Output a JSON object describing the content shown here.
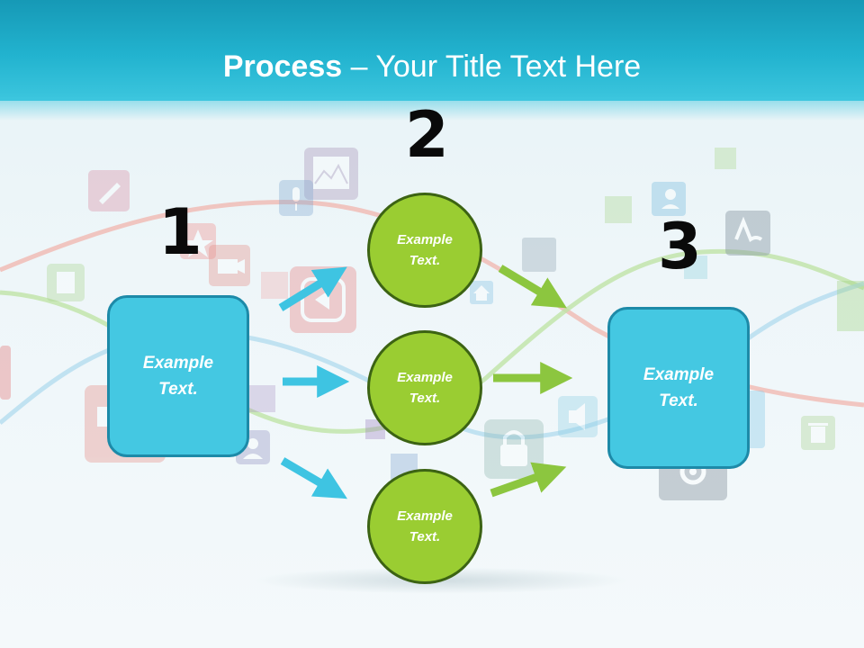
{
  "slide": {
    "title_bold": "Process",
    "title_rest": " – Your Title Text Here"
  },
  "steps": [
    "1",
    "2",
    "3"
  ],
  "boxes": [
    {
      "text": "Example\nText."
    },
    {
      "text": "Example\nText."
    }
  ],
  "circles": [
    {
      "text": "Example\nText."
    },
    {
      "text": "Example\nText."
    },
    {
      "text": "Example\nText."
    }
  ],
  "colors": {
    "header": "#22b3cf",
    "box_fill": "#44c8e2",
    "box_border": "#1d8aa8",
    "circle_fill": "#9acd32",
    "circle_border": "#3c6313",
    "blue_arrow": "#3ec4e2",
    "green_arrow": "#8cc63f"
  },
  "background_icons": [
    "pencil-icon",
    "image-icon",
    "microphone-icon",
    "camera-icon",
    "star-icon",
    "document-icon",
    "play-icon",
    "home-icon",
    "lock-icon",
    "speaker-icon",
    "music-icon",
    "contact-icon",
    "at-sign-icon",
    "trash-icon",
    "user-icon"
  ]
}
